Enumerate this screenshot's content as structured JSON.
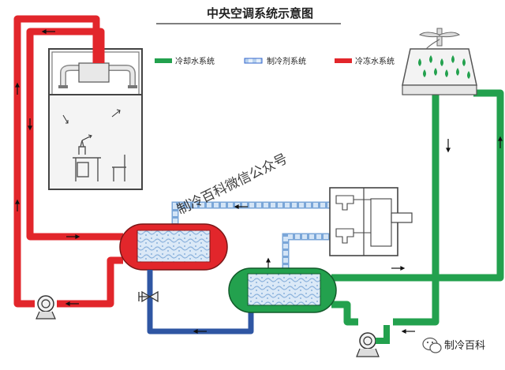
{
  "title": "中央空调系统示意图",
  "legend": [
    {
      "id": "cooling",
      "label": "冷却水系统",
      "color": "#1f9a4a"
    },
    {
      "id": "refrigerant",
      "label": "制冷剂系统",
      "color": "#3366cc"
    },
    {
      "id": "chilled",
      "label": "冷冻水系统",
      "color": "#d9252b"
    }
  ],
  "watermark": "制冷百科微信公众号",
  "footer_brand": "制冷百科",
  "colors": {
    "chilled_pipe": "#e2262b",
    "cooling_pipe": "#23a14e",
    "refrigerant_pipe": "#2f56a3",
    "refrigerant_light": "#cfe2f5",
    "outline": "#333333"
  },
  "icons": [
    "wechat-icon",
    "fan-icon",
    "pump-icon",
    "valve-icon",
    "compressor-icon"
  ]
}
